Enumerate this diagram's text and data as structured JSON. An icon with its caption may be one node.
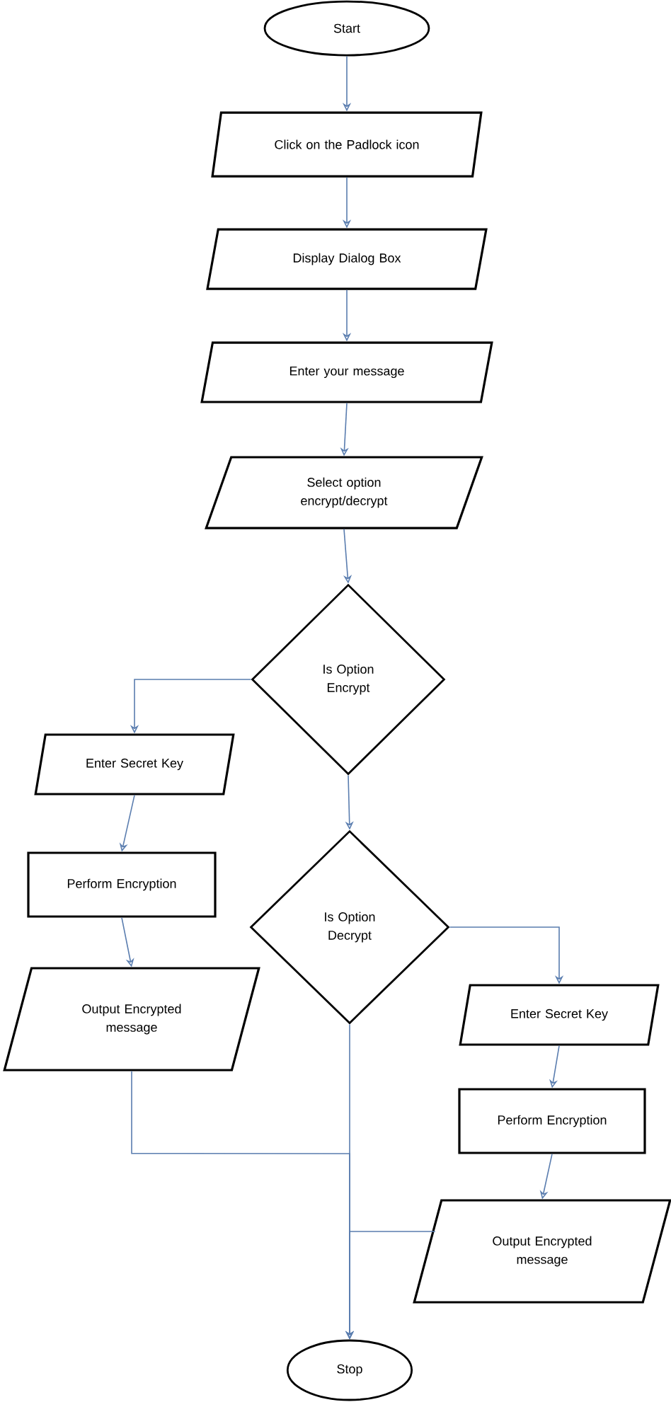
{
  "diagram": {
    "nodes": [
      {
        "text": [
          "Start"
        ]
      },
      {
        "text": [
          "Click on the Padlock icon"
        ]
      },
      {
        "text": [
          "Display Dialog Box"
        ]
      },
      {
        "text": [
          "Enter your message"
        ]
      },
      {
        "text": [
          "Select option encrypt/decrypt"
        ]
      },
      {
        "text": [
          "Is Option Encrypt"
        ]
      },
      {
        "text": [
          "Enter Secret Key"
        ]
      },
      {
        "text": [
          "Perform Encryption"
        ]
      },
      {
        "text": [
          "Output Encrypted message"
        ]
      },
      {
        "text": [
          "Is Option Decrypt"
        ]
      },
      {
        "text": [
          "Enter Secret Key"
        ]
      },
      {
        "text": [
          "Perform Encryption"
        ]
      },
      {
        "text": [
          "Output Encrypted message"
        ]
      },
      {
        "text": [
          "Stop"
        ]
      }
    ],
    "edges": [
      {
        "from": 0,
        "to": 1,
        "arrow": "to"
      },
      {
        "from": 1,
        "to": 2,
        "arrow": "to"
      },
      {
        "from": 2,
        "to": 3,
        "arrow": "to"
      },
      {
        "from": 3,
        "to": 4,
        "arrow": "to"
      },
      {
        "from": 4,
        "to": 5,
        "arrow": "to"
      },
      {
        "from": 5,
        "to": 6,
        "arrow": "to"
      },
      {
        "from": 6,
        "to": 7,
        "arrow": "to"
      },
      {
        "from": 7,
        "to": 8,
        "arrow": "to"
      },
      {
        "from": 5,
        "to": 9,
        "arrow": "to"
      },
      {
        "from": 9,
        "to": 10,
        "arrow": "to"
      },
      {
        "from": 10,
        "to": 11,
        "arrow": "to"
      },
      {
        "from": 11,
        "to": 12,
        "arrow": "to"
      },
      {
        "from": 9,
        "to": 13,
        "arrow": "to"
      },
      {
        "from": 8,
        "to": 13,
        "arrow": "to"
      },
      {
        "from": 12,
        "to": 13,
        "arrow": "to"
      }
    ]
  }
}
